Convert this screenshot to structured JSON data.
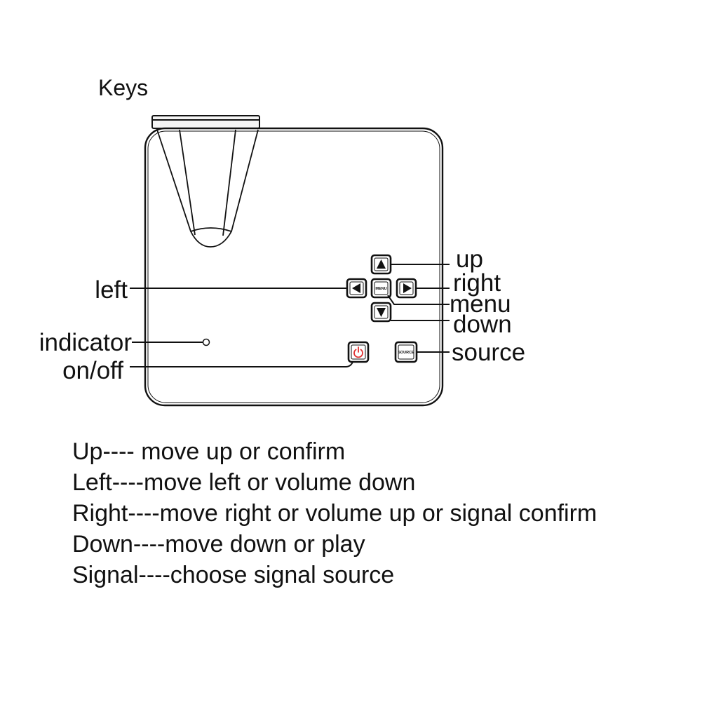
{
  "title": "Keys",
  "callouts": {
    "up": "up",
    "right": "right",
    "menu": "menu",
    "down": "down",
    "left": "left",
    "indicator": "indicator",
    "onoff": "on/off",
    "source": "source"
  },
  "buttons": {
    "menu": "MENU",
    "source": "SOURCE"
  },
  "descriptions": [
    "Up---- move up or confirm",
    "Left----move left or volume down",
    "Right----move right or volume up or signal confirm",
    "Down----move down or play",
    "Signal----choose signal source"
  ],
  "colors": {
    "line": "#111111",
    "power_symbol": "#e03030",
    "background": "#ffffff"
  },
  "icons": {
    "up": "triangle-up-icon",
    "down": "triangle-down-icon",
    "left": "triangle-left-icon",
    "right": "triangle-right-icon",
    "power": "power-icon"
  }
}
